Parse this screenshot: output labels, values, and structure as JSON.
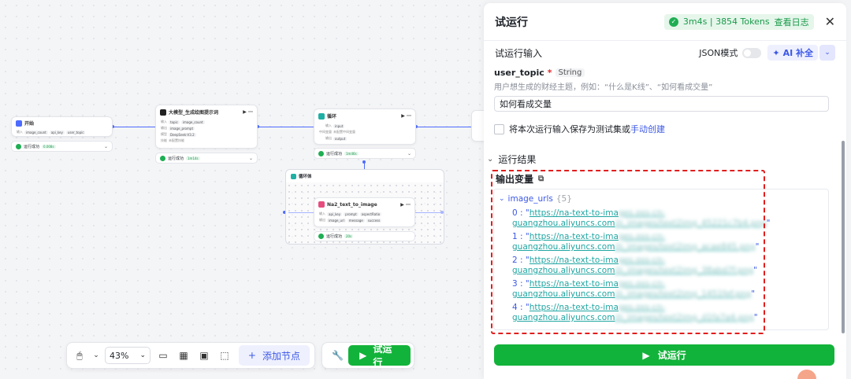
{
  "canvas": {
    "nodes": {
      "start": {
        "title": "开始",
        "input_label": "输入",
        "chips": [
          "image_count",
          "api_key",
          "user_topic"
        ],
        "status": "运行成功",
        "time": "0.008s"
      },
      "llm": {
        "title": "大模型_生成绘图提示词",
        "rows": [
          [
            "输入",
            "topic",
            "image_count"
          ],
          [
            "输出",
            "image_prompt"
          ],
          [
            "模型",
            "DeepSeek-V3.2"
          ],
          [
            "技能",
            "未配置技能"
          ]
        ],
        "status": "运行成功",
        "time": "1m14s"
      },
      "loop": {
        "title": "循环",
        "rows": [
          [
            "输入",
            "input"
          ],
          [
            "中间变量",
            "未配置中间变量"
          ],
          [
            "输出",
            "output"
          ]
        ],
        "status": "运行成功",
        "time": "1m46s"
      },
      "loop_body": {
        "title": "循环体"
      },
      "na2": {
        "title": "Na2_text_to_image",
        "rows": [
          [
            "输入",
            "api_key",
            "prompt",
            "aspectRatio"
          ],
          [
            "输出",
            "image_url",
            "message",
            "success"
          ]
        ],
        "status": "运行成功",
        "time": "20s"
      }
    }
  },
  "toolbar": {
    "zoom": "43%",
    "add_node": "添加节点",
    "run": "试运行"
  },
  "panel": {
    "title": "试运行",
    "badge": "3m4s | 3854 Tokens",
    "badge_link": "查看日志",
    "input_section": "试运行输入",
    "json_mode": "JSON模式",
    "ai_fill": "AI 补全",
    "field": {
      "name": "user_topic",
      "type": "String",
      "hint": "用户想生成的财经主题，例如：“什么是K线”、“如何看成交量”",
      "value": "如何看成交量"
    },
    "save_text": "将本次运行输入保存为测试集或",
    "save_link": "手动创建",
    "result_section": "运行结果",
    "output_title": "输出变量",
    "tree_key": "image_urls",
    "tree_count": "{5}",
    "urls": [
      {
        "index": "0 : ",
        "line1": "https://na-text-to-ima",
        "line1_blur": "ges.oss-cn-",
        "line2": "guangzhou.aliyuncs.com",
        "line2_blur": "/n_images/text2img_45221c7b4.png"
      },
      {
        "index": "1 : ",
        "line1": "https://na-text-to-ima",
        "line1_blur": "ges.oss-cn-",
        "line2": "guangzhou.aliyuncs.com",
        "line2_blur": "/n_images/text2img_acae845.png"
      },
      {
        "index": "2 : ",
        "line1": "https://na-text-to-ima",
        "line1_blur": "ges.oss-cn-",
        "line2": "guangzhou.aliyuncs.com",
        "line2_blur": "/n_images/text2img_38abd7f.png"
      },
      {
        "index": "3 : ",
        "line1": "https://na-text-to-ima",
        "line1_blur": "ges.oss-cn-",
        "line2": "guangzhou.aliyuncs.com",
        "line2_blur": "/n_images/text2img_1451fef.png"
      },
      {
        "index": "4 : ",
        "line1": "https://na-text-to-ima",
        "line1_blur": "ges.oss-cn-",
        "line2": "guangzhou.aliyuncs.com",
        "line2_blur": "/n_images/text2img_d1fa7a4.png"
      }
    ],
    "run_button": "试运行"
  },
  "colors": {
    "accent": "#3c58e6",
    "success": "#12b33a",
    "highlight": "#e21d1d"
  }
}
